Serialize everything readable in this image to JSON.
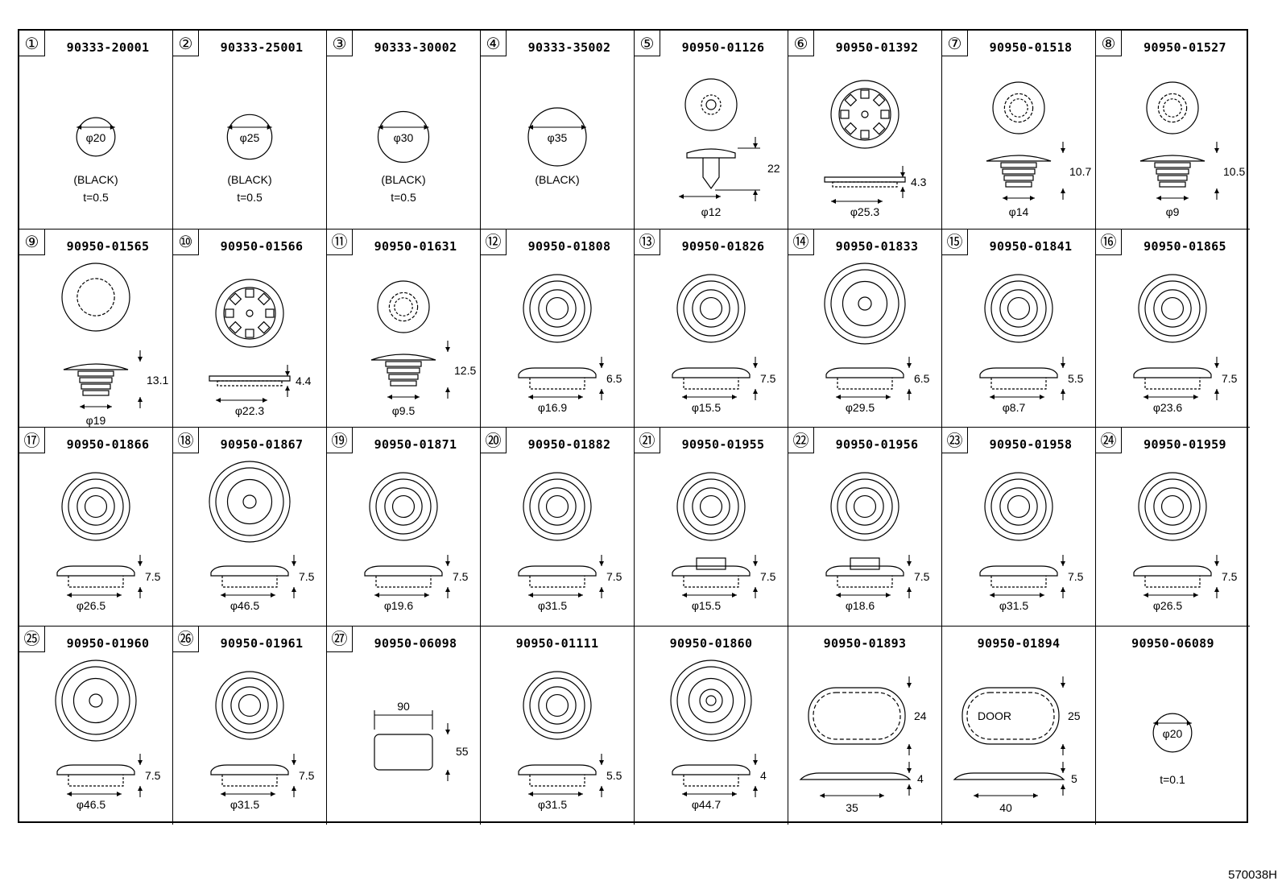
{
  "parts": [
    {
      "index": "①",
      "part_no": "90333-20001",
      "note": "(BLACK)",
      "note2": "t=0.5",
      "dims": [
        "φ20"
      ],
      "type": "disc",
      "size": 0.62
    },
    {
      "index": "②",
      "part_no": "90333-25001",
      "note": "(BLACK)",
      "note2": "t=0.5",
      "dims": [
        "φ25"
      ],
      "type": "disc",
      "size": 0.74
    },
    {
      "index": "③",
      "part_no": "90333-30002",
      "note": "(BLACK)",
      "note2": "t=0.5",
      "dims": [
        "φ30"
      ],
      "type": "disc",
      "size": 0.86
    },
    {
      "index": "④",
      "part_no": "90333-35002",
      "note": "(BLACK)",
      "note2": "",
      "dims": [
        "φ35"
      ],
      "type": "disc",
      "size": 1.0
    },
    {
      "index": "⑤",
      "part_no": "90950-01126",
      "dims": [
        "22",
        "φ12"
      ],
      "type": "clip"
    },
    {
      "index": "⑥",
      "part_no": "90950-01392",
      "dims": [
        "4.3",
        "φ25.3"
      ],
      "type": "gear_flat"
    },
    {
      "index": "⑦",
      "part_no": "90950-01518",
      "dims": [
        "10.7",
        "φ14"
      ],
      "type": "plug"
    },
    {
      "index": "⑧",
      "part_no": "90950-01527",
      "dims": [
        "10.5",
        "φ9"
      ],
      "type": "plug"
    },
    {
      "index": "⑨",
      "part_no": "90950-01565",
      "dims": [
        "13.1",
        "φ19"
      ],
      "type": "plug_big"
    },
    {
      "index": "⑩",
      "part_no": "90950-01566",
      "dims": [
        "4.4",
        "φ22.3"
      ],
      "type": "gear_flat"
    },
    {
      "index": "⑪",
      "part_no": "90950-01631",
      "dims": [
        "12.5",
        "φ9.5"
      ],
      "type": "plug"
    },
    {
      "index": "⑫",
      "part_no": "90950-01808",
      "dims": [
        "6.5",
        "φ16.9"
      ],
      "type": "grommet"
    },
    {
      "index": "⑬",
      "part_no": "90950-01826",
      "dims": [
        "7.5",
        "φ15.5"
      ],
      "type": "grommet"
    },
    {
      "index": "⑭",
      "part_no": "90950-01833",
      "dims": [
        "6.5",
        "φ29.5"
      ],
      "type": "grommet_big"
    },
    {
      "index": "⑮",
      "part_no": "90950-01841",
      "dims": [
        "5.5",
        "φ8.7"
      ],
      "type": "grommet"
    },
    {
      "index": "⑯",
      "part_no": "90950-01865",
      "dims": [
        "7.5",
        "φ23.6"
      ],
      "type": "grommet"
    },
    {
      "index": "⑰",
      "part_no": "90950-01866",
      "dims": [
        "7.5",
        "φ26.5"
      ],
      "type": "grommet"
    },
    {
      "index": "⑱",
      "part_no": "90950-01867",
      "dims": [
        "7.5",
        "φ46.5"
      ],
      "type": "grommet_big"
    },
    {
      "index": "⑲",
      "part_no": "90950-01871",
      "dims": [
        "7.5",
        "φ19.6"
      ],
      "type": "grommet"
    },
    {
      "index": "⑳",
      "part_no": "90950-01882",
      "dims": [
        "7.5",
        "φ31.5"
      ],
      "type": "grommet"
    },
    {
      "index": "㉑",
      "part_no": "90950-01955",
      "dims": [
        "7.5",
        "φ15.5"
      ],
      "type": "grommet_tall"
    },
    {
      "index": "㉒",
      "part_no": "90950-01956",
      "dims": [
        "7.5",
        "φ18.6"
      ],
      "type": "grommet_tall"
    },
    {
      "index": "㉓",
      "part_no": "90950-01958",
      "dims": [
        "7.5",
        "φ31.5"
      ],
      "type": "grommet"
    },
    {
      "index": "㉔",
      "part_no": "90950-01959",
      "dims": [
        "7.5",
        "φ26.5"
      ],
      "type": "grommet"
    },
    {
      "index": "㉕",
      "part_no": "90950-01960",
      "dims": [
        "7.5",
        "φ46.5"
      ],
      "type": "grommet_big"
    },
    {
      "index": "㉖",
      "part_no": "90950-01961",
      "dims": [
        "7.5",
        "φ31.5"
      ],
      "type": "grommet"
    },
    {
      "index": "㉗",
      "part_no": "90950-06098",
      "dims": [
        "90",
        "55"
      ],
      "type": "tape"
    },
    {
      "index": "",
      "part_no": "90950-01111",
      "dims": [
        "5.5",
        "φ31.5"
      ],
      "type": "grommet"
    },
    {
      "index": "",
      "part_no": "90950-01860",
      "dims": [
        "4",
        "φ44.7"
      ],
      "type": "grommet_flat"
    },
    {
      "index": "",
      "part_no": "90950-01893",
      "dims": [
        "24",
        "4",
        "35"
      ],
      "type": "oval"
    },
    {
      "index": "",
      "part_no": "90950-01894",
      "label": "DOOR",
      "dims": [
        "25",
        "5",
        "40"
      ],
      "type": "oval_door"
    },
    {
      "index": "",
      "part_no": "90950-06089",
      "note2": "t=0.1",
      "dims": [
        "φ20"
      ],
      "type": "disc",
      "size": 0.62
    }
  ],
  "footer_code": "570038H"
}
